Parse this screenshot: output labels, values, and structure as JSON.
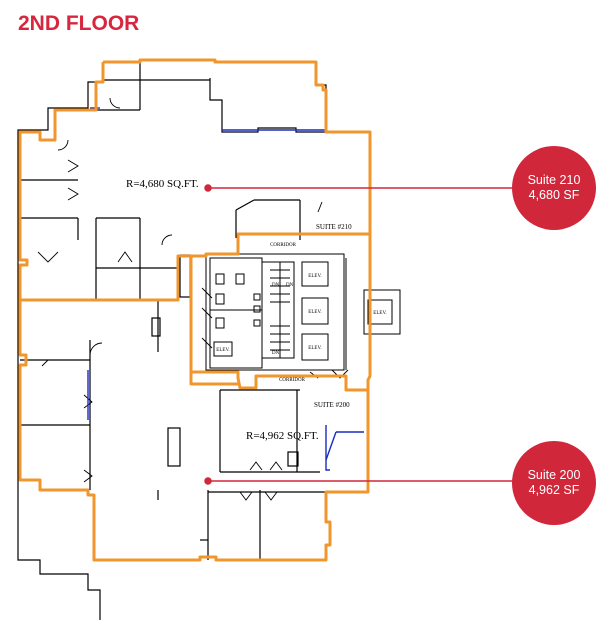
{
  "page_title": "2ND FLOOR",
  "colors": {
    "title": "#d7263d",
    "suite_outline": "#f0962c",
    "accent": "#d1273a",
    "walls": "#000000",
    "windows": "#1a2bbf"
  },
  "suites": [
    {
      "label": "SUITE #210",
      "area_label": "R=4,680 SQ.FT.",
      "callout_name": "Suite 210",
      "callout_area": "4,680 SF"
    },
    {
      "label": "SUITE #200",
      "area_label": "R=4,962 SQ.FT.",
      "callout_name": "Suite 200",
      "callout_area": "4,962 SF"
    }
  ],
  "core": {
    "corridor_label": "CORRIDOR",
    "elevator_label": "ELEV.",
    "stair_label": "DN"
  }
}
